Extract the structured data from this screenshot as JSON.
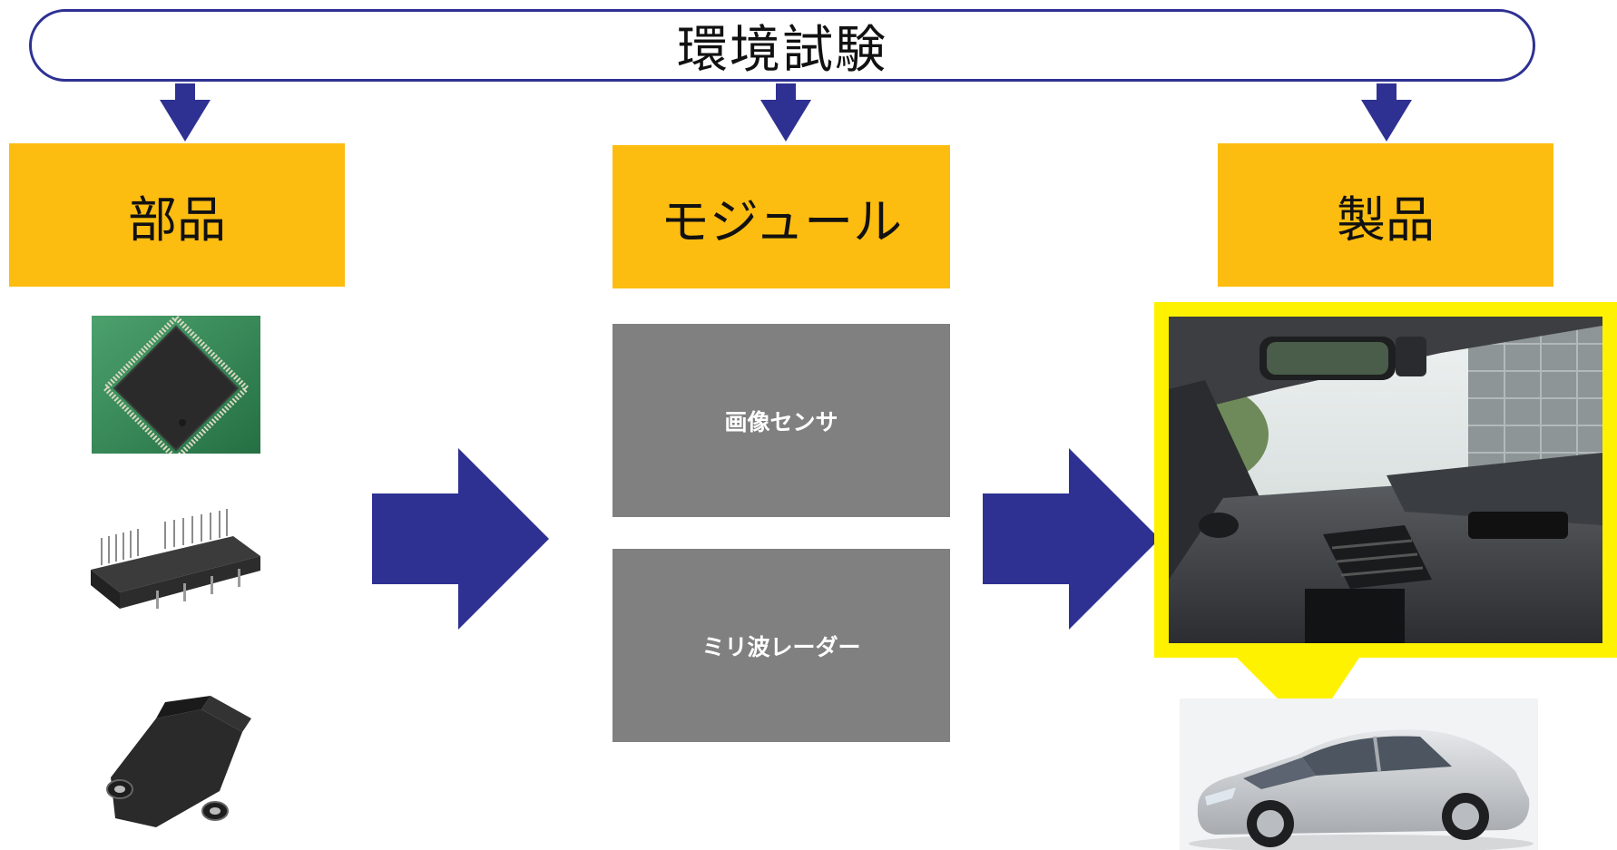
{
  "banner": {
    "label": "環境試験"
  },
  "categories": [
    {
      "label": "部品"
    },
    {
      "label": "モジュール"
    },
    {
      "label": "製品"
    }
  ],
  "modules": [
    {
      "label": "画像センサ"
    },
    {
      "label": "ミリ波レーダー"
    }
  ],
  "colors": {
    "arrow": "#2e3192",
    "category_bg": "#fdbd10",
    "module_bg": "#808080",
    "callout": "#fff200"
  }
}
